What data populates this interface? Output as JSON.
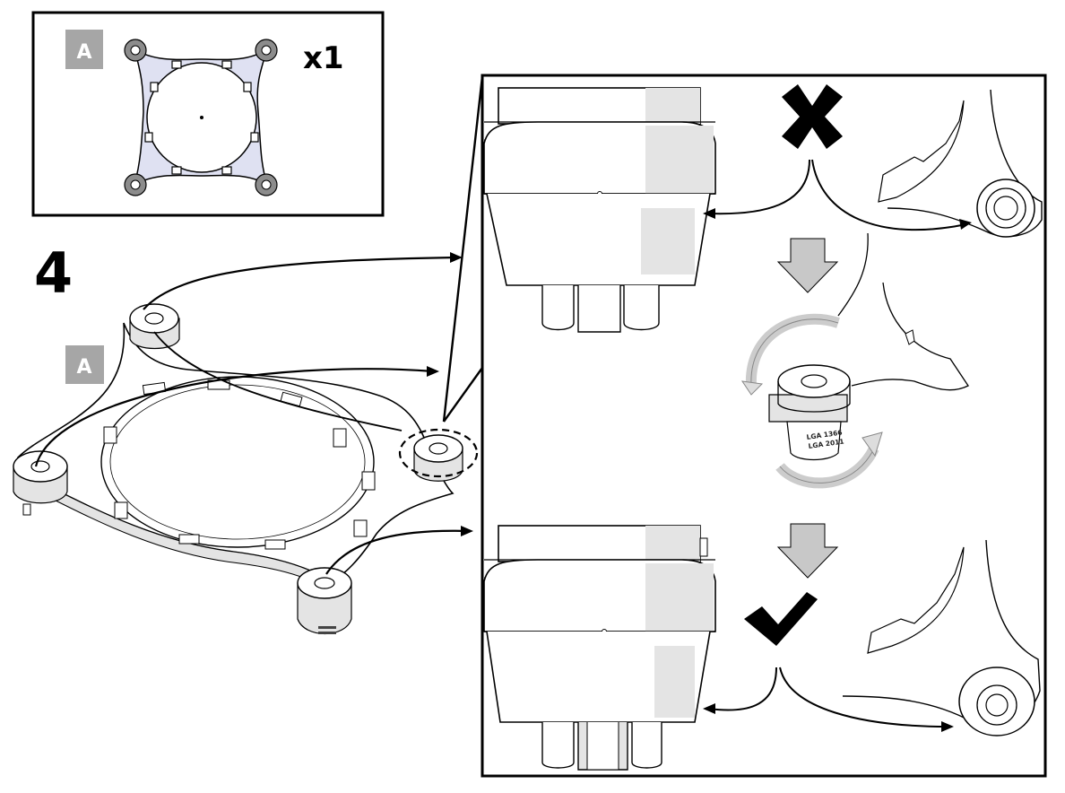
{
  "parts_box": {
    "part_label": "A",
    "quantity": "x1"
  },
  "step": {
    "number": "4",
    "part_label": "A"
  },
  "detail": {
    "engraving_line1": "LGA 1366",
    "engraving_line2": "LGA 2011",
    "wrong_mark_icon": "x-mark-icon",
    "correct_mark_icon": "check-mark-icon",
    "arrow_icon": "down-arrow-icon"
  },
  "colors": {
    "part_badge": "#a6a6a6",
    "bracket_fill": "#dfe1f2",
    "standoff_shade": "#e4e4e4",
    "arrow_fill": "#c8c8c8",
    "line": "#000000"
  }
}
